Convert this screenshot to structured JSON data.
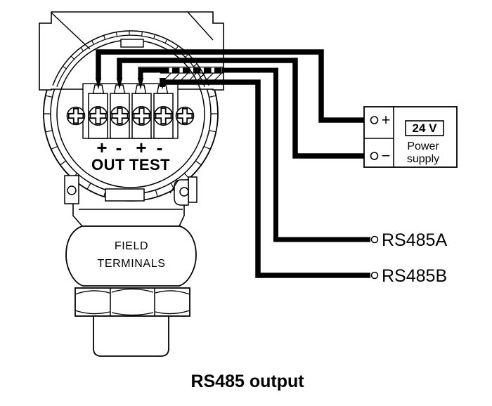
{
  "diagram": {
    "caption": "RS485 output",
    "transmitter": {
      "terminals": {
        "out_plus": "+",
        "out_minus": "-",
        "test_plus": "+",
        "test_minus": "-"
      },
      "groups": {
        "out": "OUT",
        "test": "TEST"
      },
      "body_label_line1": "FIELD",
      "body_label_line2": "TERMINALS"
    },
    "power_supply": {
      "plus": "+",
      "minus": "−",
      "voltage": "24 V",
      "name_line1": "Power",
      "name_line2": "supply"
    },
    "outputs": {
      "a": "RS485A",
      "b": "RS485B"
    },
    "colors": {
      "line": "#000000",
      "background": "#ffffff"
    }
  }
}
